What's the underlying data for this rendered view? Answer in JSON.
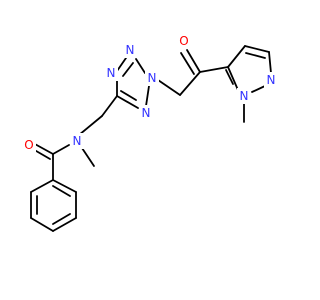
{
  "colors": {
    "bond": "#000000",
    "nitrogen": "#3333ff",
    "oxygen": "#ff0000",
    "carbon": "#000000",
    "background": "#ffffff"
  },
  "atoms": [
    {
      "id": "o_ketone",
      "element": "O",
      "label": "O",
      "color": "oxygen"
    },
    {
      "id": "n_pz1",
      "element": "N",
      "label": "N",
      "color": "nitrogen"
    },
    {
      "id": "n_pz2",
      "element": "N",
      "label": "N",
      "color": "nitrogen"
    },
    {
      "id": "n_tz1",
      "element": "N",
      "label": "N",
      "color": "nitrogen"
    },
    {
      "id": "n_tz2",
      "element": "N",
      "label": "N",
      "color": "nitrogen"
    },
    {
      "id": "n_tz3",
      "element": "N",
      "label": "N",
      "color": "nitrogen"
    },
    {
      "id": "n_tz4",
      "element": "N",
      "label": "N",
      "color": "nitrogen"
    },
    {
      "id": "n_amide",
      "element": "N",
      "label": "N",
      "color": "nitrogen"
    },
    {
      "id": "o_amide",
      "element": "O",
      "label": "O",
      "color": "oxygen"
    }
  ]
}
